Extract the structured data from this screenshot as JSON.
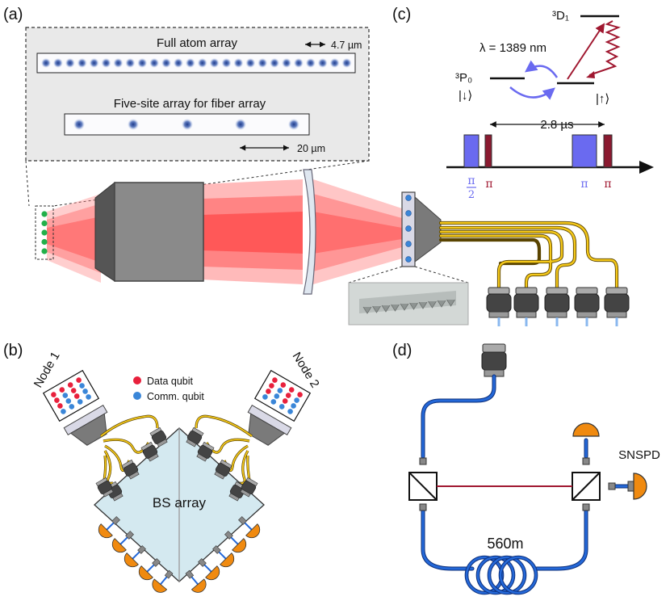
{
  "panels": {
    "a": "(a)",
    "b": "(b)",
    "c": "(c)",
    "d": "(d)"
  },
  "panel_a": {
    "full_array_title": "Full atom array",
    "full_array_scale": "4.7 µm",
    "five_site_title": "Five-site array for fiber array",
    "five_site_scale": "20 µm"
  },
  "panel_b": {
    "legend_data": "Data qubit",
    "legend_comm": "Comm. qubit",
    "node1": "Node 1",
    "node2": "Node 2",
    "bs_array": "BS array"
  },
  "panel_c": {
    "state_d1": "³D₁",
    "state_p0": "³P₀",
    "ket_down": "|↓⟩",
    "ket_up": "|↑⟩",
    "wavelength": "λ = 1389 nm",
    "delay": "2.8 µs",
    "pulse_pi_num": "π",
    "pulse_pi_den": "2",
    "pulse_pi": "π"
  },
  "panel_d": {
    "detector": "SNSPD",
    "fiber_length": "560m"
  },
  "colors": {
    "laser_red": "#ff2a2a",
    "fiber_yellow": "#f0c020",
    "fiber_blue": "#1a55c8",
    "detector_orange": "#f08a10",
    "data_qubit": "#e8203c",
    "comm_qubit": "#3a86d8",
    "atom_green": "#22b04a",
    "pulse_purple": "#6a6af0",
    "pulse_maroon": "#8a1a30"
  }
}
